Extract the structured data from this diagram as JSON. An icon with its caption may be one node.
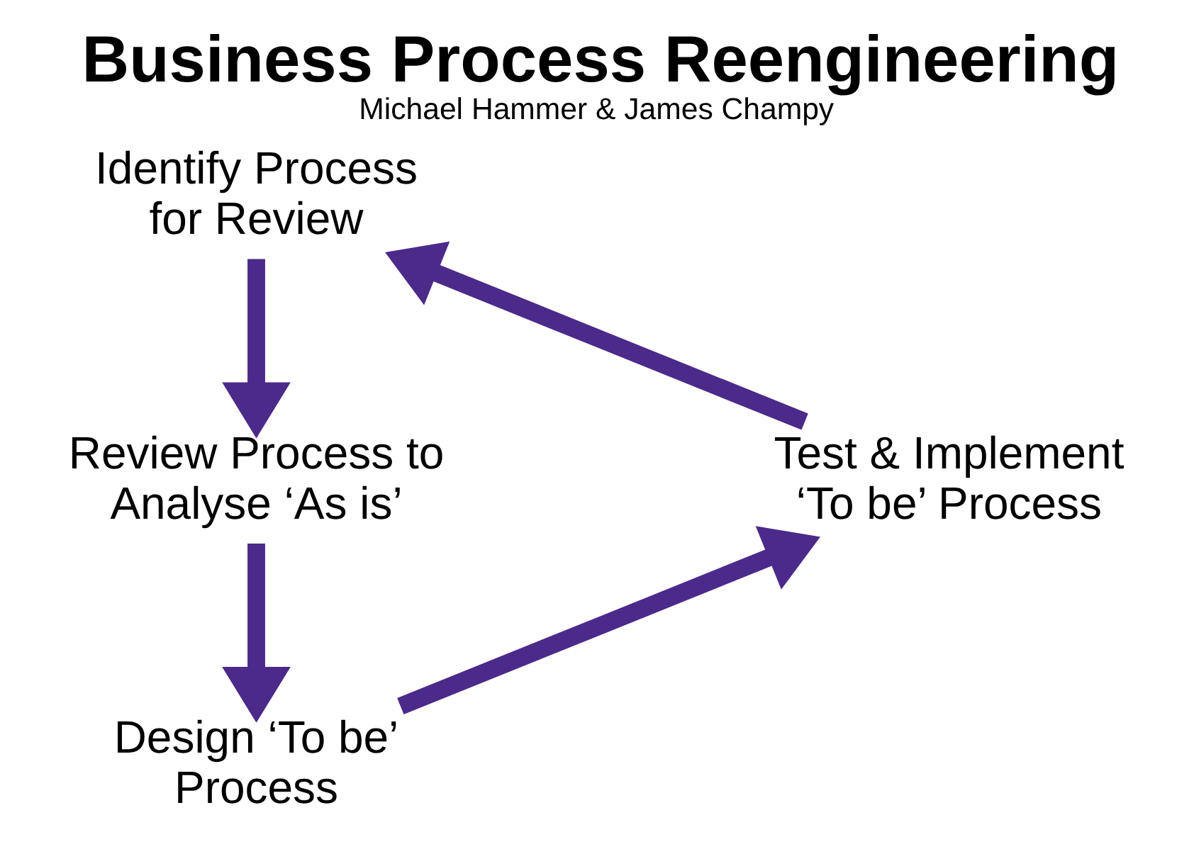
{
  "diagram": {
    "title": "Business Process Reengineering",
    "caption": "Michael Hammer & James Champy",
    "nodes": [
      {
        "text": [
          "Identify Process for Review"
        ]
      },
      {
        "text": [
          "Review Process to Analyse ‘As is’"
        ]
      },
      {
        "text": [
          "Design ‘To be’ Process"
        ]
      },
      {
        "text": [
          "Test & Implement ‘To be’ Process"
        ]
      }
    ],
    "edges": [
      {
        "from": 0,
        "to": 1,
        "arrow": "to"
      },
      {
        "from": 1,
        "to": 2,
        "arrow": "to"
      },
      {
        "from": 2,
        "to": 3,
        "arrow": "to"
      },
      {
        "from": 3,
        "to": 0,
        "arrow": "to"
      }
    ]
  }
}
